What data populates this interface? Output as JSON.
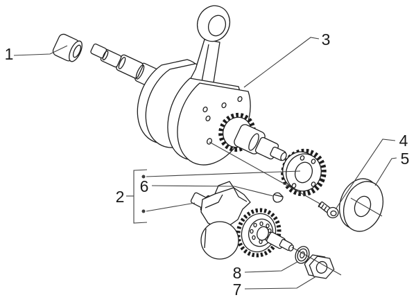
{
  "figure": {
    "kind": "exploded-parts-diagram",
    "subject": "crankshaft-and-balance-shaft-assembly",
    "background_color": "#ffffff",
    "line_color": "#1d1d1d",
    "leader_color": "#3d3d3d",
    "label_color": "#1a1a1a"
  },
  "callouts": [
    {
      "text": "1",
      "target": "bushing"
    },
    {
      "text": "2",
      "target": "balance-shaft-group"
    },
    {
      "text": "3",
      "target": "crankshaft-with-connecting-rod"
    },
    {
      "text": "4",
      "target": "screw"
    },
    {
      "text": "5",
      "target": "large-washer"
    },
    {
      "text": "6",
      "target": "woodruff-key"
    },
    {
      "text": "7",
      "target": "nut"
    },
    {
      "text": "8",
      "target": "small-washer"
    }
  ]
}
